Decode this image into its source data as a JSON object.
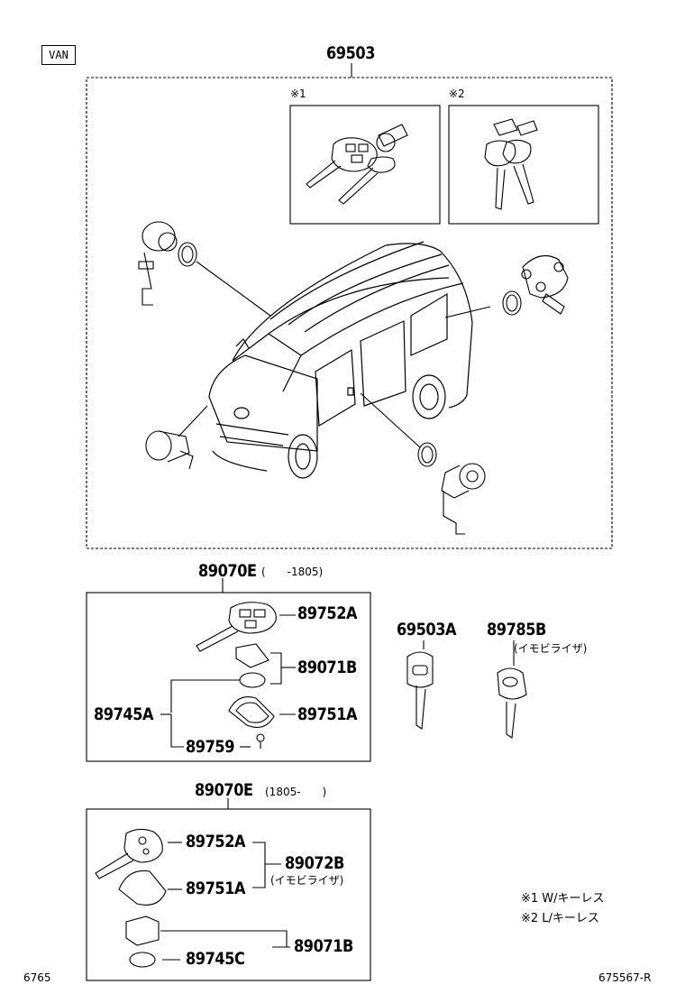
{
  "variant_tag": "VAN",
  "top_assembly": {
    "part_no": "69503",
    "subbox1_mark": "※1",
    "subbox2_mark": "※2"
  },
  "group1": {
    "part_no": "89070E",
    "range": "(　　-1805)",
    "callouts": [
      "89752A",
      "89071B",
      "89745A",
      "89751A",
      "89759"
    ]
  },
  "single_keys": {
    "left_part": "69503A",
    "right_part": "89785B",
    "right_note": "(イモビライザ)"
  },
  "group2": {
    "part_no": "89070E",
    "range": "(1805-　　)",
    "callouts": [
      "89752A",
      "89751A",
      "89072B",
      "89071B",
      "89745C"
    ],
    "group_note": "(イモビライザ)"
  },
  "legend": [
    "※1 W/キーレス",
    "※2 L/キーレス"
  ],
  "footer": {
    "left": "6765",
    "right": "675567-R"
  }
}
